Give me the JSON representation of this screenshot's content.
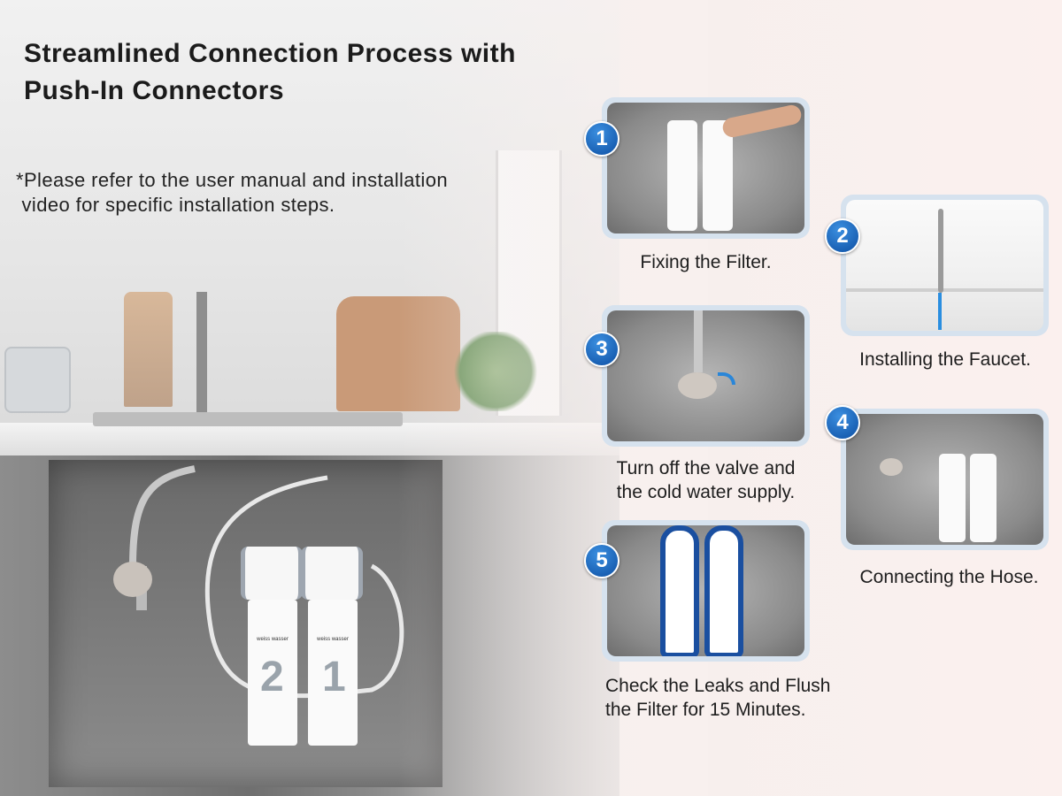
{
  "header": {
    "title_line1": "Streamlined Connection Process with",
    "title_line2": "Push-In Connectors",
    "note_line1": "*Please refer to the user manual and installation",
    "note_line2": " video for specific installation steps."
  },
  "brand": "weiss wasser",
  "steps": [
    {
      "number": "1",
      "caption": "Fixing the Filter."
    },
    {
      "number": "2",
      "caption": "Installing the Faucet."
    },
    {
      "number": "3",
      "caption_line1": "Turn off the valve and",
      "caption_line2": "the cold water supply."
    },
    {
      "number": "4",
      "caption": "Connecting the Hose."
    },
    {
      "number": "5",
      "caption_line1": "Check the Leaks and Flush",
      "caption_line2": "the Filter for 15 Minutes."
    }
  ],
  "filter_numbers": [
    "2",
    "1"
  ],
  "colors": {
    "badge": "#1565c0",
    "frame": "#d6e2ee",
    "filter_blue": "#1a4fa0"
  }
}
